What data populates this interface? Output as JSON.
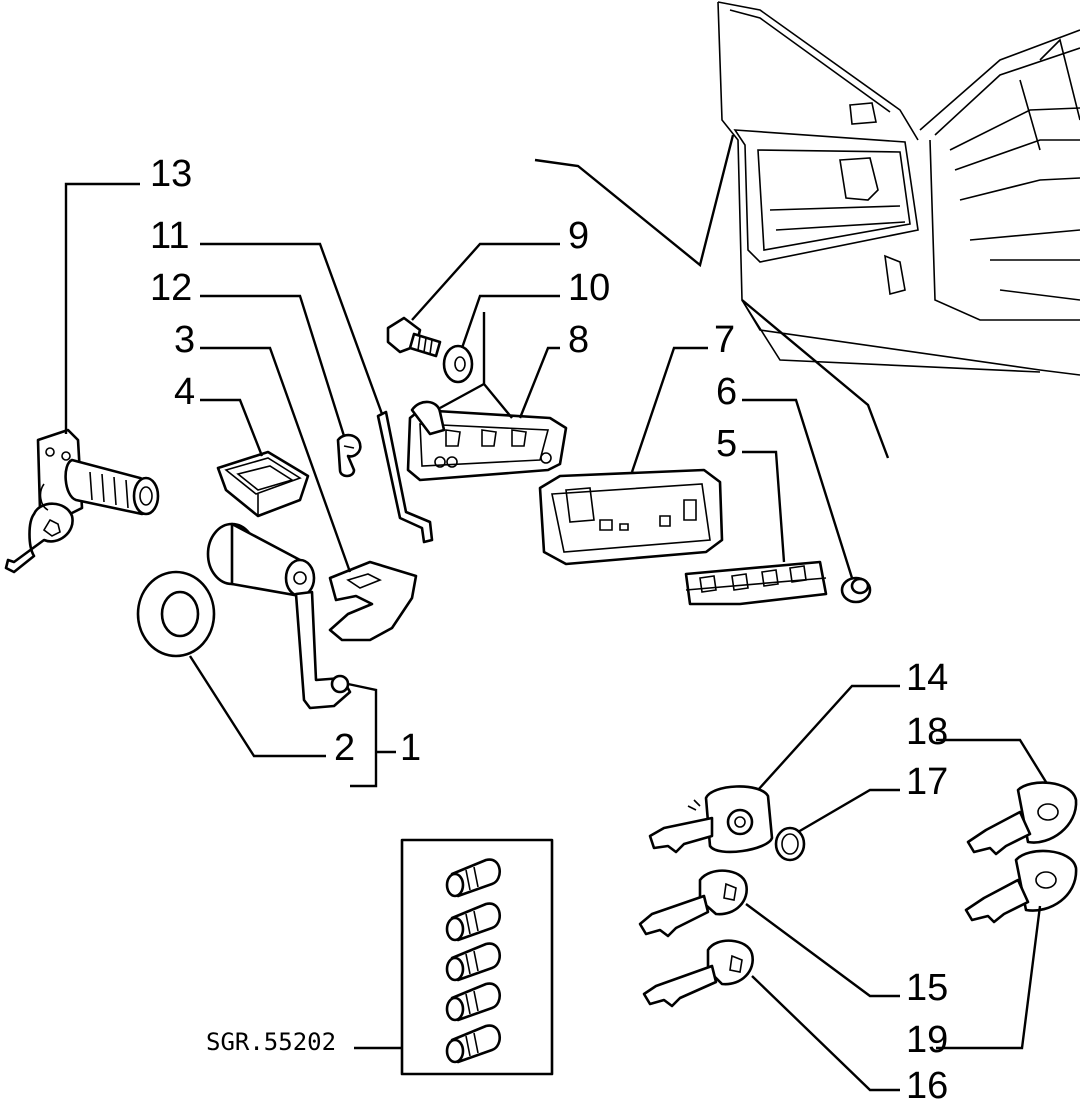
{
  "figure": {
    "reference_code": "SGR.55202",
    "callouts": {
      "c1": "1",
      "c2": "2",
      "c3": "3",
      "c4": "4",
      "c5": "5",
      "c6": "6",
      "c7": "7",
      "c8": "8",
      "c9": "9",
      "c10": "10",
      "c11": "11",
      "c12": "12",
      "c13": "13",
      "c14": "14",
      "c15": "15",
      "c16": "16",
      "c17": "17",
      "c18": "18",
      "c19": "19"
    }
  }
}
